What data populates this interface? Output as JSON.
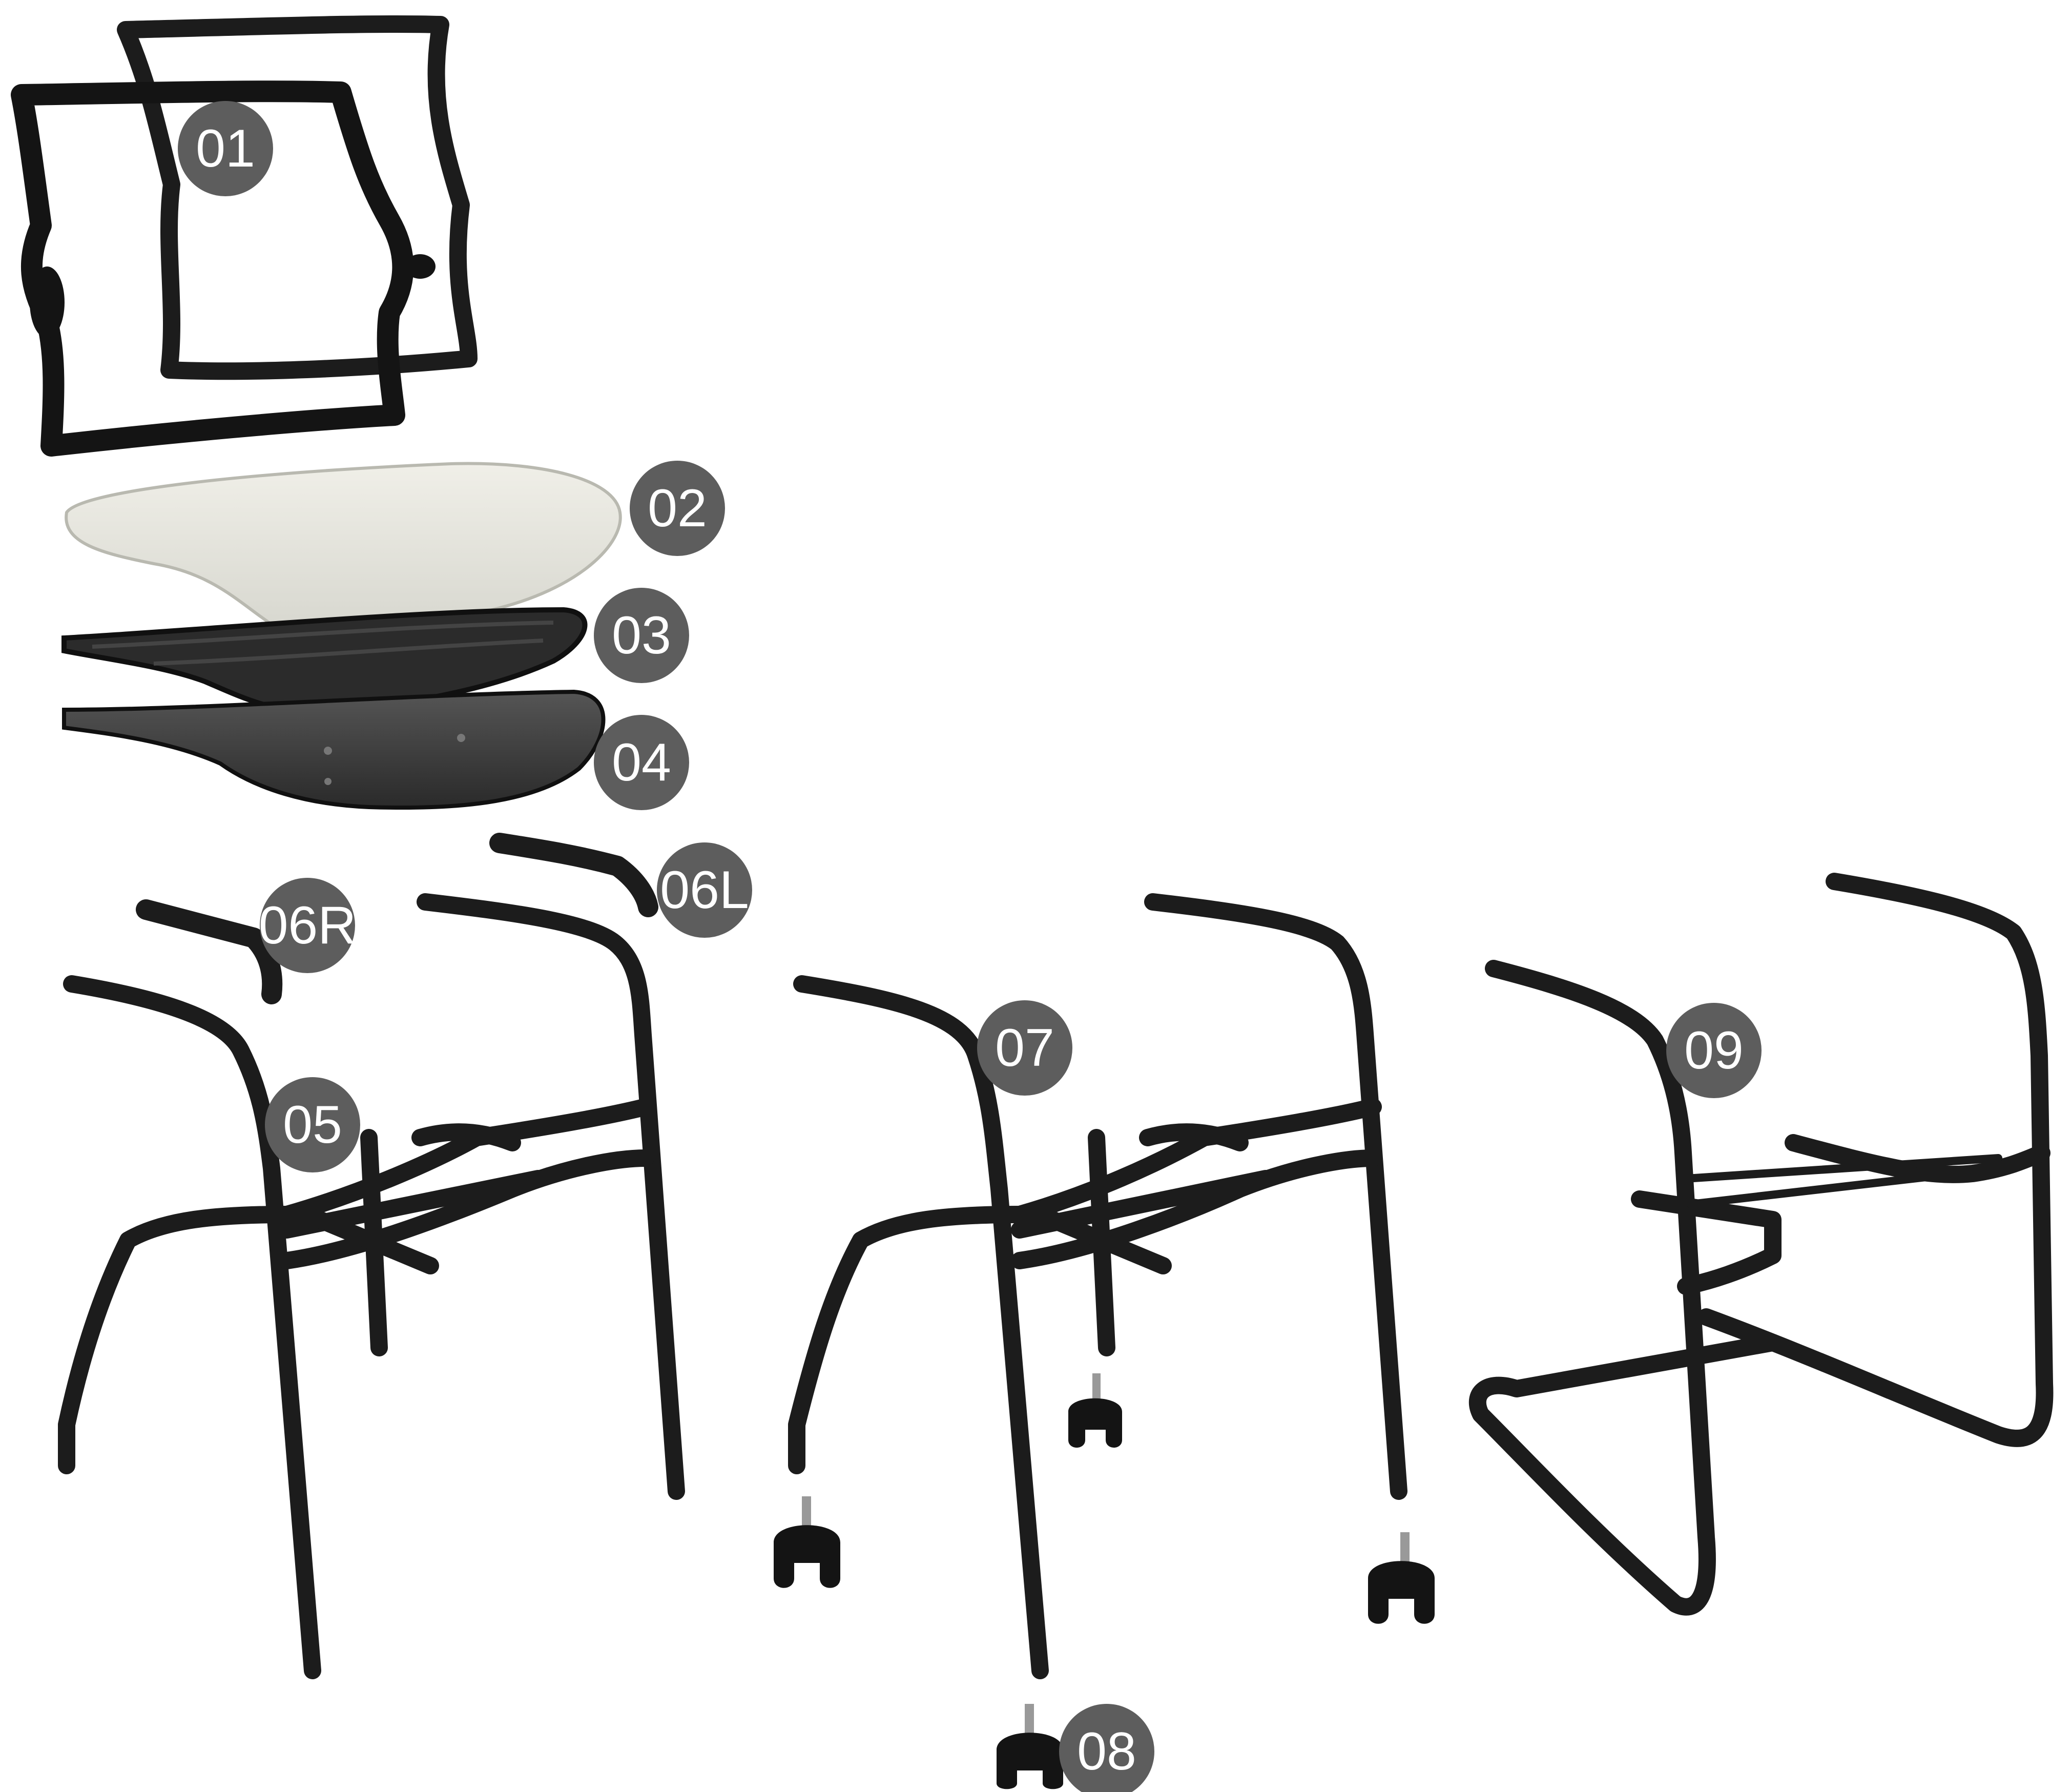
{
  "diagram": {
    "kind": "exploded chair parts diagram",
    "background": "#ffffff",
    "part_color": "#1c1c1c",
    "cushion_color": "#e4e4dc",
    "badge_color": "#5d5d5d",
    "badge_text_color": "#ffffff",
    "labels": {
      "backrest": "01",
      "seat_cushion": "02",
      "seat_mesh": "03",
      "seat_shell": "04",
      "frame_legs": "05",
      "armrest_right": "06R",
      "armrest_left": "06L",
      "frame_casters": "07",
      "casters": "08",
      "frame_sled": "09"
    }
  }
}
